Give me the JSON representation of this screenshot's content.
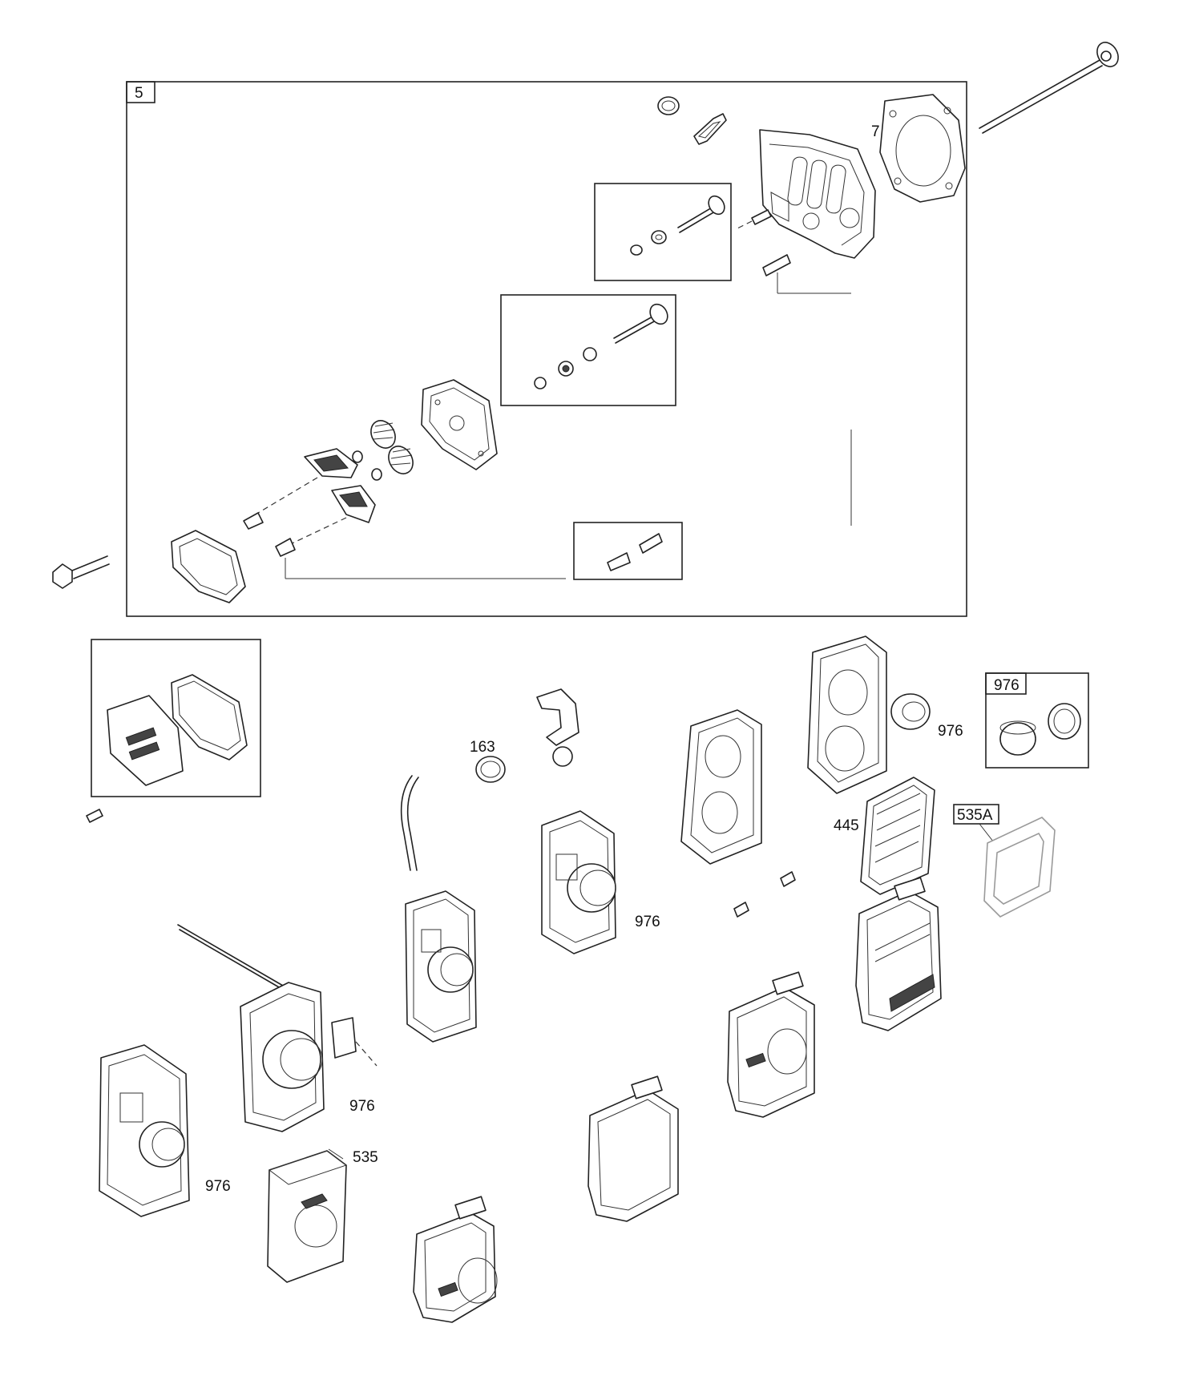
{
  "callouts": {
    "assembly_5": "5",
    "gasket_7": "7",
    "clamp_163": "163",
    "filter_445": "445",
    "prefilter_535": "535",
    "prefilter_535a": "535A",
    "housing_976_a": "976",
    "housing_976_b": "976",
    "housing_976_c": "976",
    "housing_976_d": "976",
    "kit_976_box": "976"
  }
}
